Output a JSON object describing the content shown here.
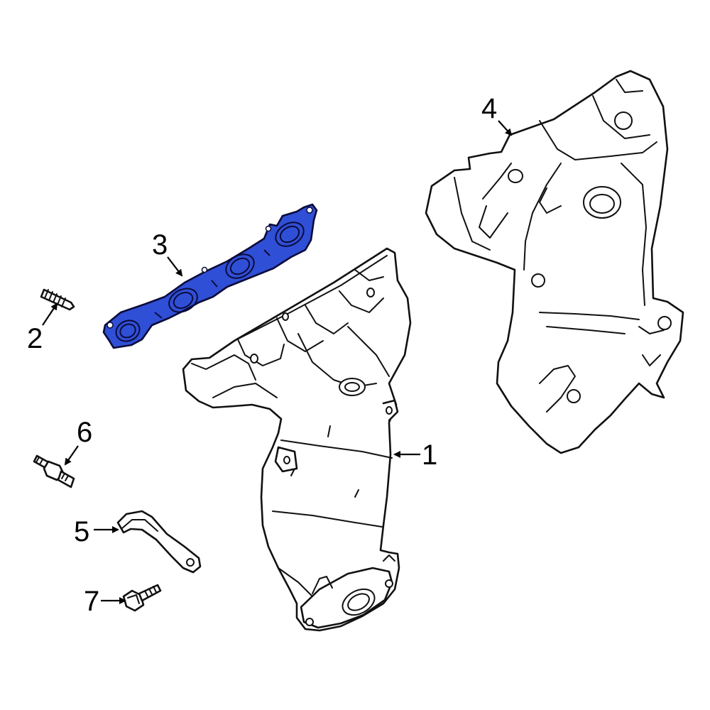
{
  "callouts": [
    {
      "number": "1"
    },
    {
      "number": "2"
    },
    {
      "number": "3"
    },
    {
      "number": "4"
    },
    {
      "number": "5"
    },
    {
      "number": "6"
    },
    {
      "number": "7"
    }
  ],
  "colors": {
    "highlight": "#2f4fd6",
    "line": "#111111",
    "background": "#ffffff"
  }
}
